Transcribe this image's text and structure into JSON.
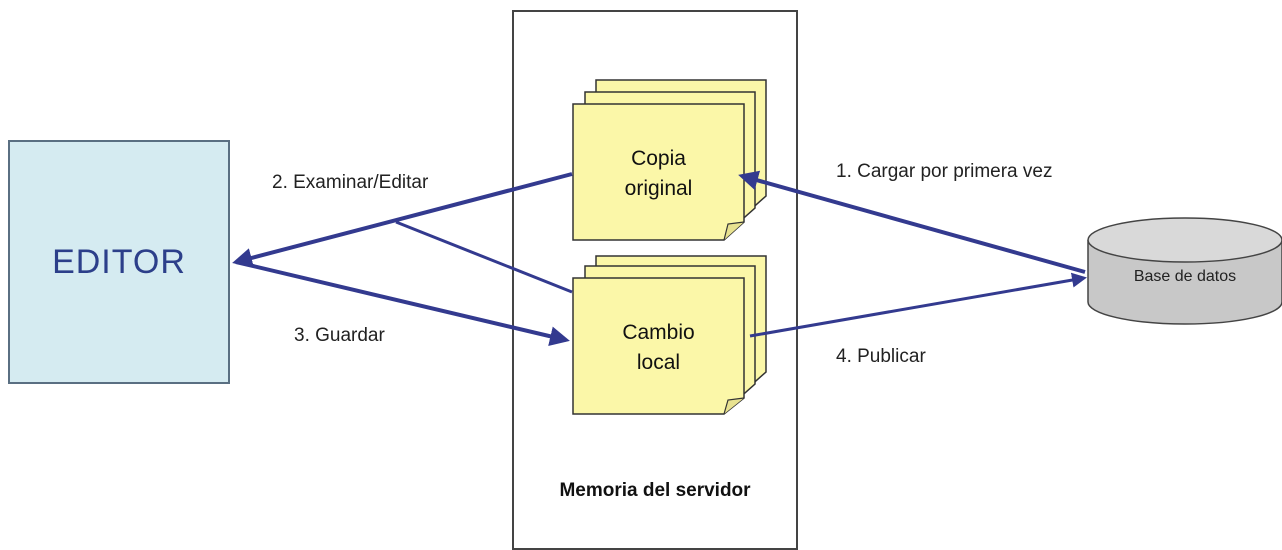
{
  "editor": {
    "label": "EDITOR"
  },
  "server": {
    "label": "Memoria del servidor"
  },
  "notes": {
    "original": {
      "line1": "Copia",
      "line2": "original"
    },
    "local": {
      "line1": "Cambio",
      "line2": "local"
    }
  },
  "database": {
    "label": "Base de datos"
  },
  "edges": {
    "load": "1. Cargar por primera vez",
    "browse": "2. Examinar/Editar",
    "save": "3. Guardar",
    "publish": "4. Publicar"
  },
  "colors": {
    "arrow": "#333a8f",
    "note_fill": "#fbf7a8",
    "editor_fill": "#d5ebf1",
    "db_fill": "#c8c8c8"
  }
}
